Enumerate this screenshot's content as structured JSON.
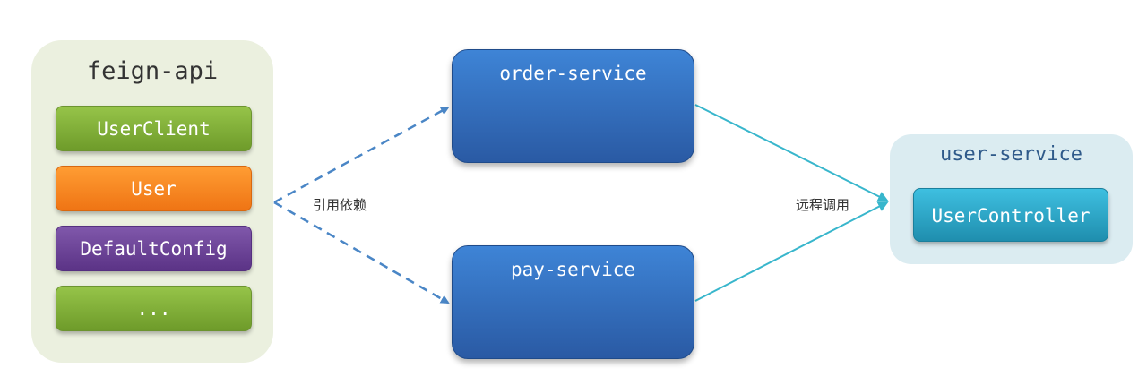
{
  "feign_api": {
    "title": "feign-api",
    "items": [
      {
        "label": "UserClient"
      },
      {
        "label": "User"
      },
      {
        "label": "DefaultConfig"
      },
      {
        "label": "..."
      }
    ]
  },
  "services": [
    {
      "label": "order-service"
    },
    {
      "label": "pay-service"
    }
  ],
  "user_service": {
    "title": "user-service",
    "controller": "UserController"
  },
  "edges": {
    "dependency_label": "引用依赖",
    "remote_call_label": "远程调用"
  }
}
